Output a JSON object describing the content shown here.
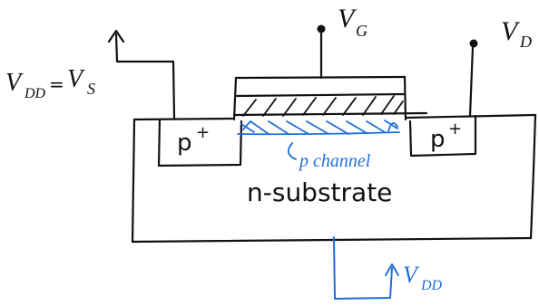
{
  "labels": {
    "vg": "V",
    "vg_sub": "G",
    "vd": "V",
    "vd_sub": "D",
    "vdd_vs_main": "V",
    "vdd_vs_sub1": "DD",
    "vdd_vs_eq": "=",
    "vdd_vs_v": "V",
    "vdd_vs_sub2": "S",
    "source_region": "p",
    "source_sup": "+",
    "drain_region": "p",
    "drain_sup": "+",
    "channel": "p channel",
    "substrate": "n-substrate",
    "bottom_v": "V",
    "bottom_sub": "DD"
  },
  "colors": {
    "ink": "#111111",
    "blue": "#1f6fd6"
  }
}
